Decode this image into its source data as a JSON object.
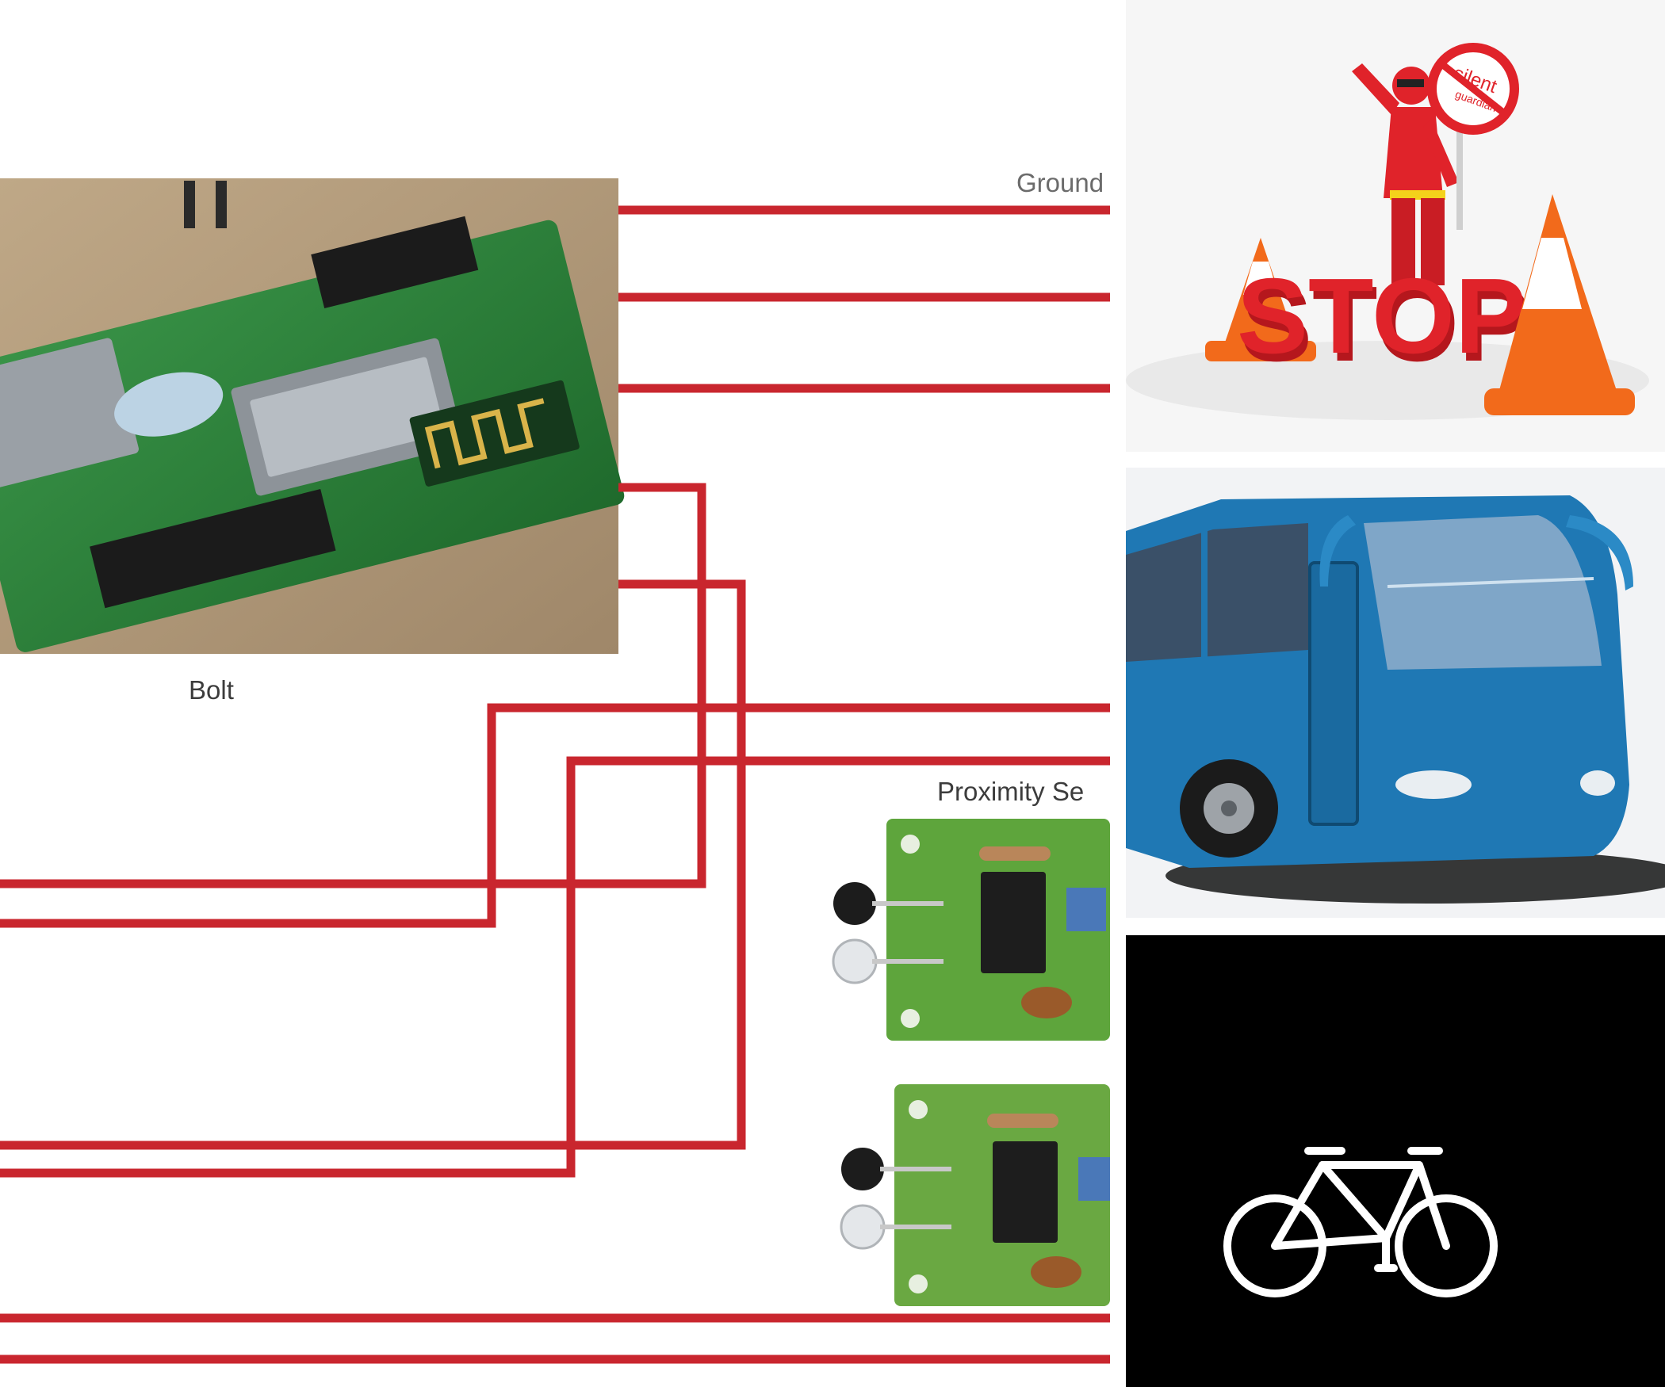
{
  "diagram": {
    "ground_label": "Ground",
    "bolt_label": "Bolt",
    "proximity_label": "Proximity Se",
    "wire_color": "#c9262e",
    "pcb_color": "#2e7d3a",
    "sensor_pcb_color": "#5ea53c"
  },
  "sign": {
    "stop_text": "STOP",
    "silent_text": "silent",
    "guardian_text": "guardian",
    "stop_color": "#e0232a",
    "cone_color": "#f26a1b"
  },
  "bus": {
    "body_color": "#1f78b4"
  },
  "bike": {
    "icon": "bicycle-icon",
    "background": "#000000"
  }
}
